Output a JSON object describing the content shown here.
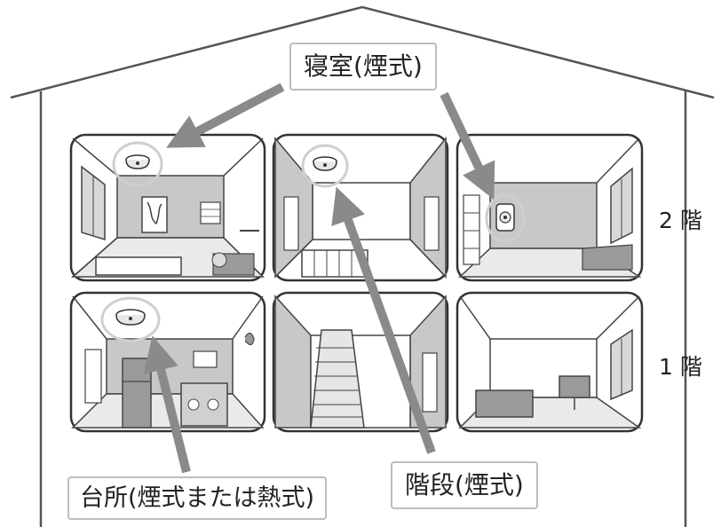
{
  "labels": {
    "bedroom": "寝室(煙式)",
    "stairs": "階段(煙式)",
    "kitchen": "台所(煙式または熱式)"
  },
  "floors": {
    "upper": "2 階",
    "lower": "1 階"
  },
  "icons": {
    "detector": "smoke-detector-icon",
    "arrow": "arrow-icon"
  },
  "colors": {
    "line": "#444444",
    "arrow": "#8a8a8a",
    "wall_fill": "#c8c8c8",
    "floor_fill": "#ebebeb",
    "highlight_ring": "#cfcfcf"
  }
}
